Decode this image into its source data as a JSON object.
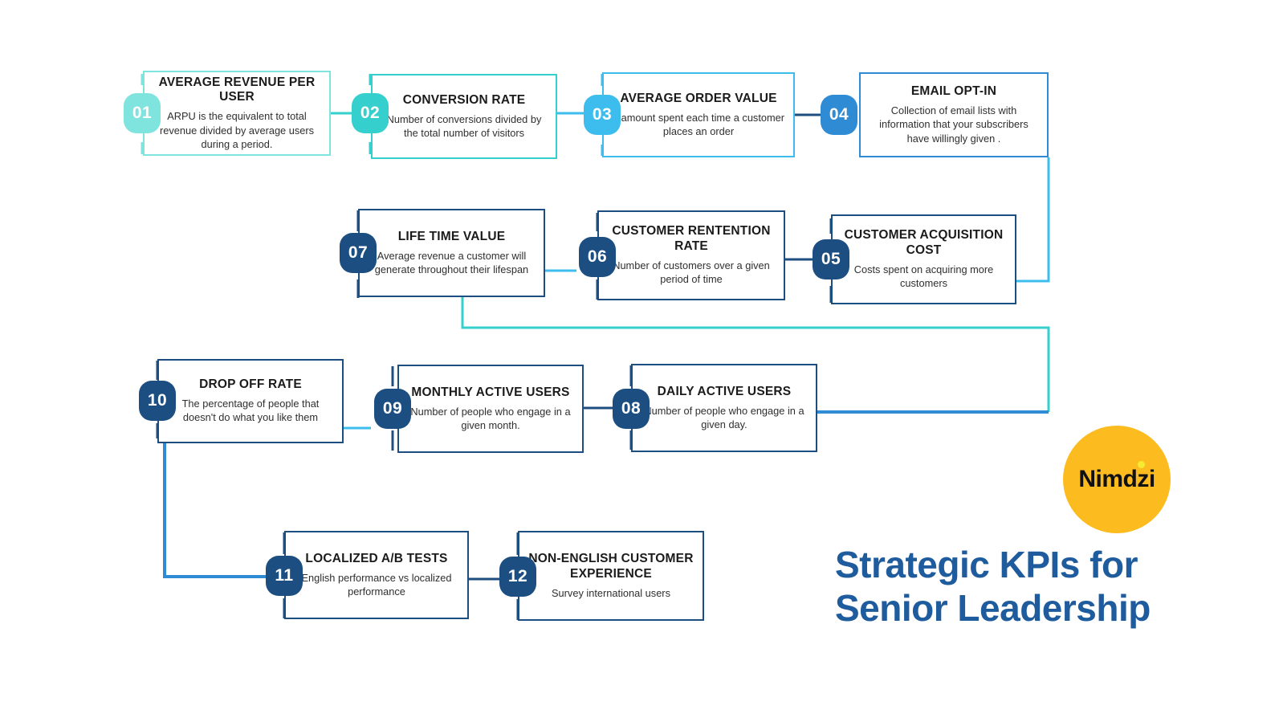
{
  "meta": {
    "palette": {
      "mint": "#7FE3DE",
      "teal": "#35D0CE",
      "sky": "#3CBDEE",
      "blue": "#2E8BD4",
      "navy": "#1C4E82",
      "navy_dark": "#17497D",
      "amber": "#FCBB1E",
      "yellow_dot": "#F5EC31",
      "text_dark": "#1b1b1b",
      "headline_blue": "#1F5C9E"
    }
  },
  "brand": {
    "logo_word": "Nimdzi",
    "headline_line1": "Strategic KPIs for",
    "headline_line2": "Senior Leadership"
  },
  "cards": [
    {
      "number": "01",
      "title": "AVERAGE REVENUE PER USER",
      "desc": "ARPU is the equivalent to total revenue divided by average users during a period.",
      "color": "#7FE3DE"
    },
    {
      "number": "02",
      "title": "CONVERSION RATE",
      "desc": "Number of conversions divided by the total number of visitors",
      "color": "#35D0CE"
    },
    {
      "number": "03",
      "title": "AVERAGE ORDER VALUE",
      "desc": "$ amount spent each time a customer places an order",
      "color": "#3CBDEE"
    },
    {
      "number": "04",
      "title": "EMAIL OPT-IN",
      "desc": "Collection of email lists with information that your subscribers have willingly given .",
      "color": "#2E8BD4"
    },
    {
      "number": "05",
      "title": "CUSTOMER ACQUISITION COST",
      "desc": "Costs spent on acquiring more customers",
      "color": "#1C4E82"
    },
    {
      "number": "06",
      "title": "CUSTOMER RENTENTION RATE",
      "desc": "Number of customers  over a given period of time",
      "color": "#1C4E82"
    },
    {
      "number": "07",
      "title": "LIFE TIME VALUE",
      "desc": "Average revenue  a customer will generate throughout their lifespan",
      "color": "#1C4E82"
    },
    {
      "number": "08",
      "title": "DAILY ACTIVE USERS",
      "desc": "Number of people who engage in a given day.",
      "color": "#1C4E82"
    },
    {
      "number": "09",
      "title": "MONTHLY ACTIVE USERS",
      "desc": "Number of people who engage in a given month.",
      "color": "#1C4E82"
    },
    {
      "number": "10",
      "title": "DROP OFF RATE",
      "desc": "The percentage of people that doesn't do what you like them",
      "color": "#1C4E82"
    },
    {
      "number": "11",
      "title": "LOCALIZED A/B TESTS",
      "desc": "English performance vs localized performance",
      "color": "#1C4E82"
    },
    {
      "number": "12",
      "title": "NON-ENGLISH CUSTOMER EXPERIENCE",
      "desc": "Survey international users",
      "color": "#1C4E82"
    }
  ]
}
